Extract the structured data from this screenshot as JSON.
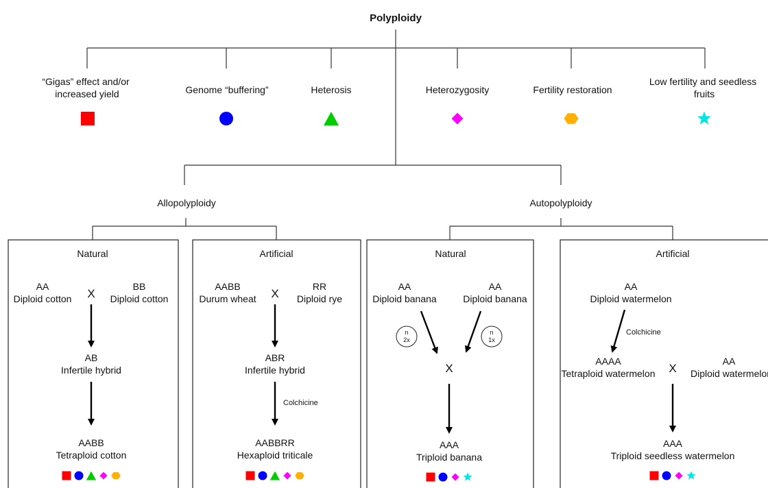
{
  "title": "Polyploidy",
  "traits": [
    {
      "line1": "“Gigas” effect and/or",
      "line2": "increased yield",
      "icon": "square-icon",
      "color": "#ff0000"
    },
    {
      "line1": "Genome “buffering”",
      "line2": "",
      "icon": "circle-icon",
      "color": "#0000ff"
    },
    {
      "line1": "Heterosis",
      "line2": "",
      "icon": "triangle-icon",
      "color": "#00cc00"
    },
    {
      "line1": "Heterozygosity",
      "line2": "",
      "icon": "diamond-icon",
      "color": "#ff00ff"
    },
    {
      "line1": "Fertility restoration",
      "line2": "",
      "icon": "hexagon-icon",
      "color": "#ffb000"
    },
    {
      "line1": "Low fertility and seedless",
      "line2": "fruits",
      "icon": "star-icon",
      "color": "#00e5e5"
    }
  ],
  "branches": {
    "allo": "Allopolyploidy",
    "auto": "Autopolyploidy"
  },
  "boxes": {
    "allo_natural": {
      "title": "Natural",
      "p1_genome": "AA",
      "p1_name": "Diploid cotton",
      "p2_genome": "BB",
      "p2_name": "Diploid cotton",
      "cross": "X",
      "mid_genome": "AB",
      "mid_name": "Infertile hybrid",
      "res_genome": "AABB",
      "res_name": "Tetraploid cotton",
      "icons": [
        "square-icon",
        "circle-icon",
        "triangle-icon",
        "diamond-icon",
        "hexagon-icon"
      ]
    },
    "allo_artificial": {
      "title": "Artificial",
      "p1_genome": "AABB",
      "p1_name": "Durum wheat",
      "p2_genome": "RR",
      "p2_name": "Diploid rye",
      "cross": "X",
      "mid_genome": "ABR",
      "mid_name": "Infertile hybrid",
      "treatment": "Colchicine",
      "res_genome": "AABBRR",
      "res_name": "Hexaploid triticale",
      "icons": [
        "square-icon",
        "circle-icon",
        "triangle-icon",
        "diamond-icon",
        "hexagon-icon"
      ]
    },
    "auto_natural": {
      "title": "Natural",
      "p1_genome": "AA",
      "p1_name": "Diploid banana",
      "p2_genome": "AA",
      "p2_name": "Diploid banana",
      "gamete1_n": "n",
      "gamete1_x": "2x",
      "gamete2_n": "n",
      "gamete2_x": "1x",
      "cross": "X",
      "res_genome": "AAA",
      "res_name": "Triploid banana",
      "icons": [
        "square-icon",
        "circle-icon",
        "diamond-icon",
        "star-icon"
      ]
    },
    "auto_artificial": {
      "title": "Artificial",
      "p1_genome": "AA",
      "p1_name": "Diploid watermelon",
      "treatment": "Colchicine",
      "mid_genome": "AAAA",
      "mid_name": "Tetraploid watermelon",
      "cross": "X",
      "p2_genome": "AA",
      "p2_name": "Diploid watermelon",
      "res_genome": "AAA",
      "res_name": "Triploid seedless watermelon",
      "icons": [
        "square-icon",
        "circle-icon",
        "diamond-icon",
        "star-icon"
      ]
    }
  }
}
